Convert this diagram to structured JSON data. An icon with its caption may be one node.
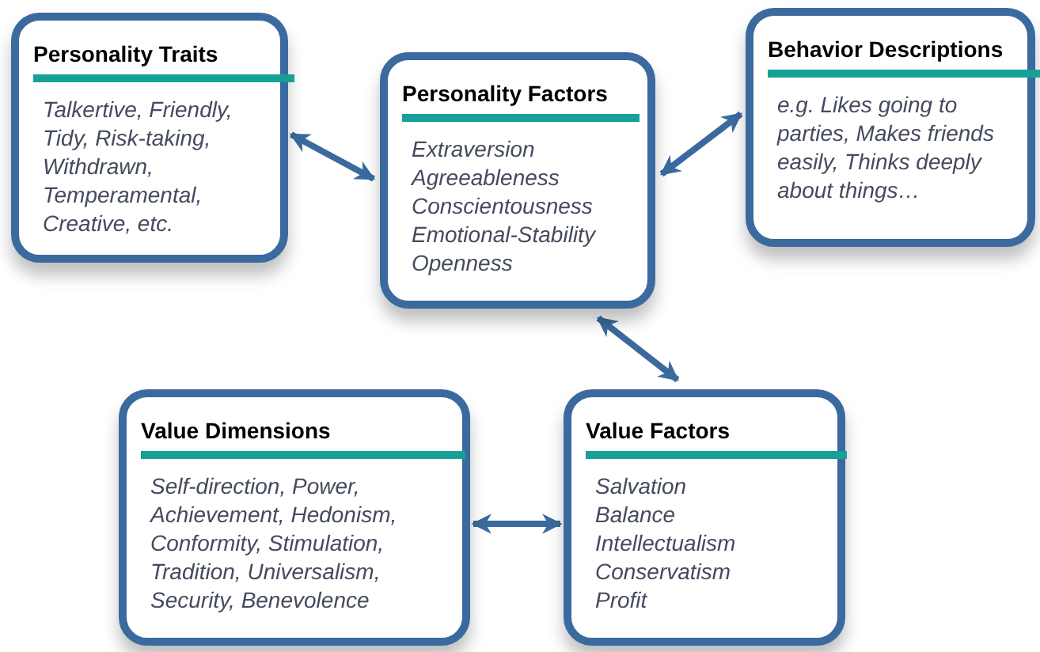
{
  "diagram": {
    "nodes": [
      {
        "text": [
          "Personality Traits",
          "Talkertive, Friendly, Tidy, Risk-taking, Withdrawn, Temperamental, Creative, etc."
        ]
      },
      {
        "text": [
          "Personality Factors",
          "Extraversion",
          "Agreeableness",
          "Conscientousness",
          "Emotional-Stability",
          "Openness"
        ]
      },
      {
        "text": [
          "Behavior Descriptions",
          "e.g. Likes going to parties, Makes friends easily, Thinks deeply about things…"
        ]
      },
      {
        "text": [
          "Value Dimensions",
          "Self-direction, Power, Achievement, Hedonism, Conformity, Stimulation, Tradition, Universalism, Security, Benevolence"
        ]
      },
      {
        "text": [
          "Value Factors",
          "Salvation",
          "Balance",
          "Intellectualism",
          "Conservatism",
          "Profit"
        ]
      }
    ],
    "edges": [
      {
        "from": 0,
        "to": 1,
        "arrow": "both"
      },
      {
        "from": 1,
        "to": 2,
        "arrow": "both"
      },
      {
        "from": 1,
        "to": 4,
        "arrow": "both"
      },
      {
        "from": 3,
        "to": 4,
        "arrow": "both"
      }
    ]
  }
}
